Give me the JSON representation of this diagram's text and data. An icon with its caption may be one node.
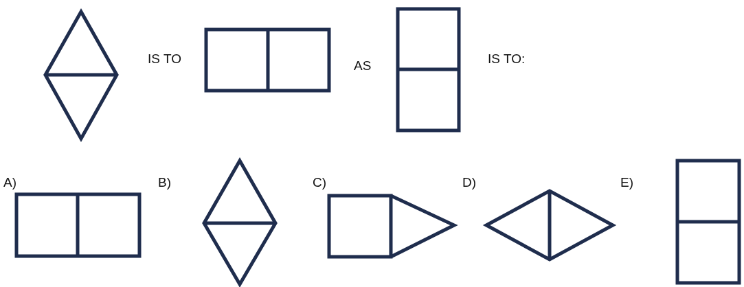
{
  "diagram": {
    "labels": [
      "IS TO",
      "AS",
      "IS TO:",
      "A)",
      "B)",
      "C)",
      "D)",
      "E)"
    ]
  }
}
